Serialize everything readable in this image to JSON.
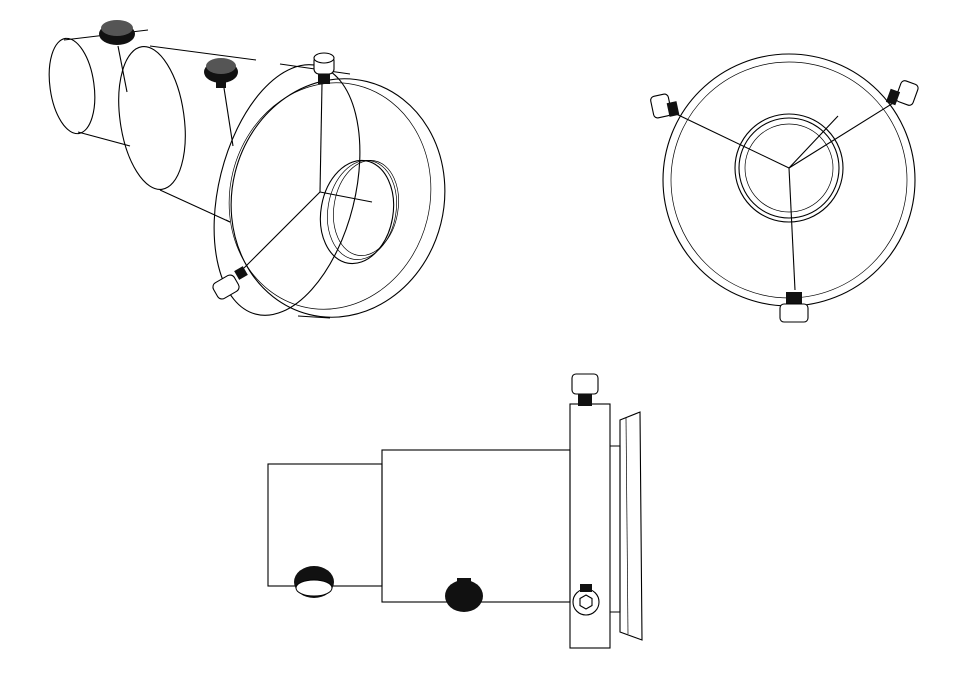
{
  "drawing": {
    "background": "#ffffff",
    "line_color": "#000000",
    "views": [
      {
        "id": "isometric-view",
        "description_label": ""
      },
      {
        "id": "front-view",
        "description_label": ""
      },
      {
        "id": "side-view",
        "description_label": ""
      }
    ]
  }
}
